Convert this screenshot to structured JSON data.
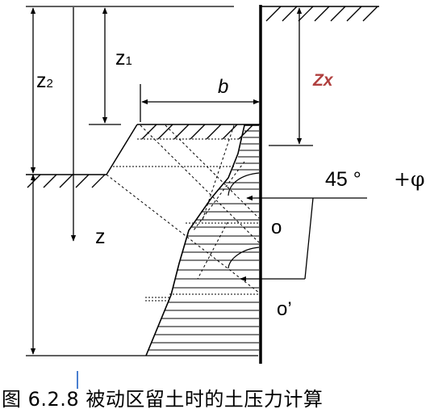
{
  "figure": {
    "labels": {
      "z1": "z",
      "z1_sub": "1",
      "z2": "z",
      "z2_sub": "2",
      "z": "z",
      "b": "b",
      "zx": "Zx",
      "angle": "45 °",
      "phi": "+φ",
      "o": "o",
      "o_prime": "o’"
    },
    "colors": {
      "zx_label": "#b0403f",
      "line": "#000000",
      "cursor": "#4a7fd0"
    }
  },
  "caption": {
    "text": "图 6.2.8 被动区留土时的土压力计算"
  }
}
